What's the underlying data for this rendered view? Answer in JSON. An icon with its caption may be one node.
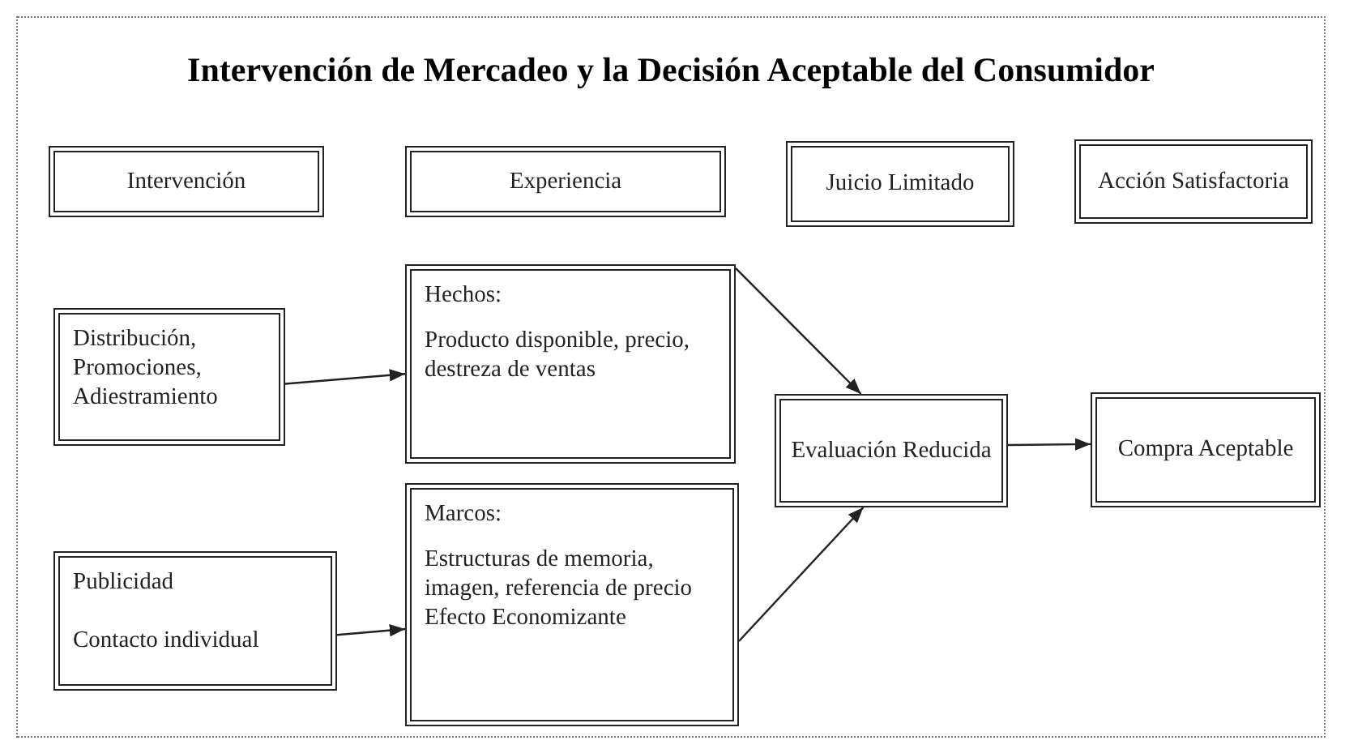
{
  "diagram": {
    "title": "Intervención de Mercadeo y la Decisión Aceptable del Consumidor",
    "nodes": [
      {
        "text": [
          "Intervención"
        ]
      },
      {
        "text": [
          "Experiencia"
        ]
      },
      {
        "text": [
          "Juicio Limitado"
        ]
      },
      {
        "text": [
          "Acción Satisfactoria"
        ]
      },
      {
        "text": [
          "Distribución, Promociones, Adiestramiento"
        ]
      },
      {
        "text": [
          "Hechos:",
          "Producto disponible, precio, destreza de ventas"
        ]
      },
      {
        "text": [
          "Evaluación Reducida"
        ]
      },
      {
        "text": [
          "Compra Aceptable"
        ]
      },
      {
        "text": [
          "Publicidad",
          "Contacto individual"
        ]
      },
      {
        "text": [
          "Marcos:",
          "Estructuras de memoria, imagen, referencia de precio",
          "Efecto Economizante"
        ]
      }
    ],
    "edges": [
      {
        "from": 4,
        "to": 5,
        "arrow": "to"
      },
      {
        "from": 5,
        "to": 6,
        "arrow": "to"
      },
      {
        "from": 6,
        "to": 7,
        "arrow": "to"
      },
      {
        "from": 8,
        "to": 9,
        "arrow": "to"
      },
      {
        "from": 9,
        "to": 6,
        "arrow": "to"
      }
    ]
  }
}
